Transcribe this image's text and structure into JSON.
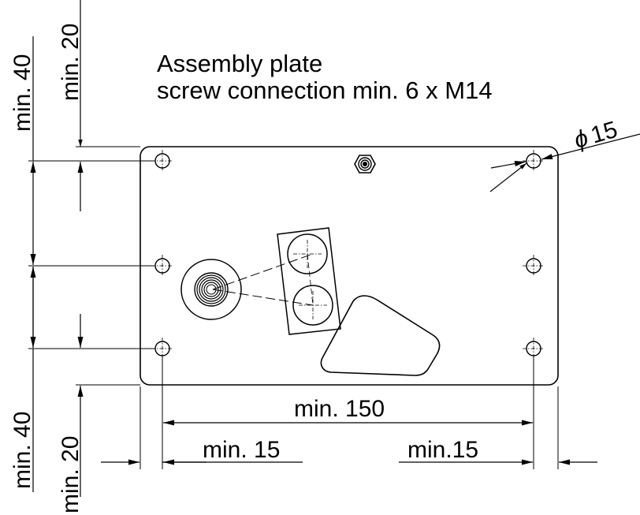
{
  "title": {
    "line1": "Assembly plate",
    "line2": "screw connection min. 6 x M14"
  },
  "dimensions": {
    "left_top_40": "min. 40",
    "left_top_20": "min. 20",
    "left_bottom_40": "min. 40",
    "left_bottom_20": "min. 20",
    "width_150": "min. 150",
    "left_15": "min. 15",
    "right_15": "min.15",
    "hole_diameter_symbol": "ϕ",
    "hole_diameter_value": "15"
  }
}
